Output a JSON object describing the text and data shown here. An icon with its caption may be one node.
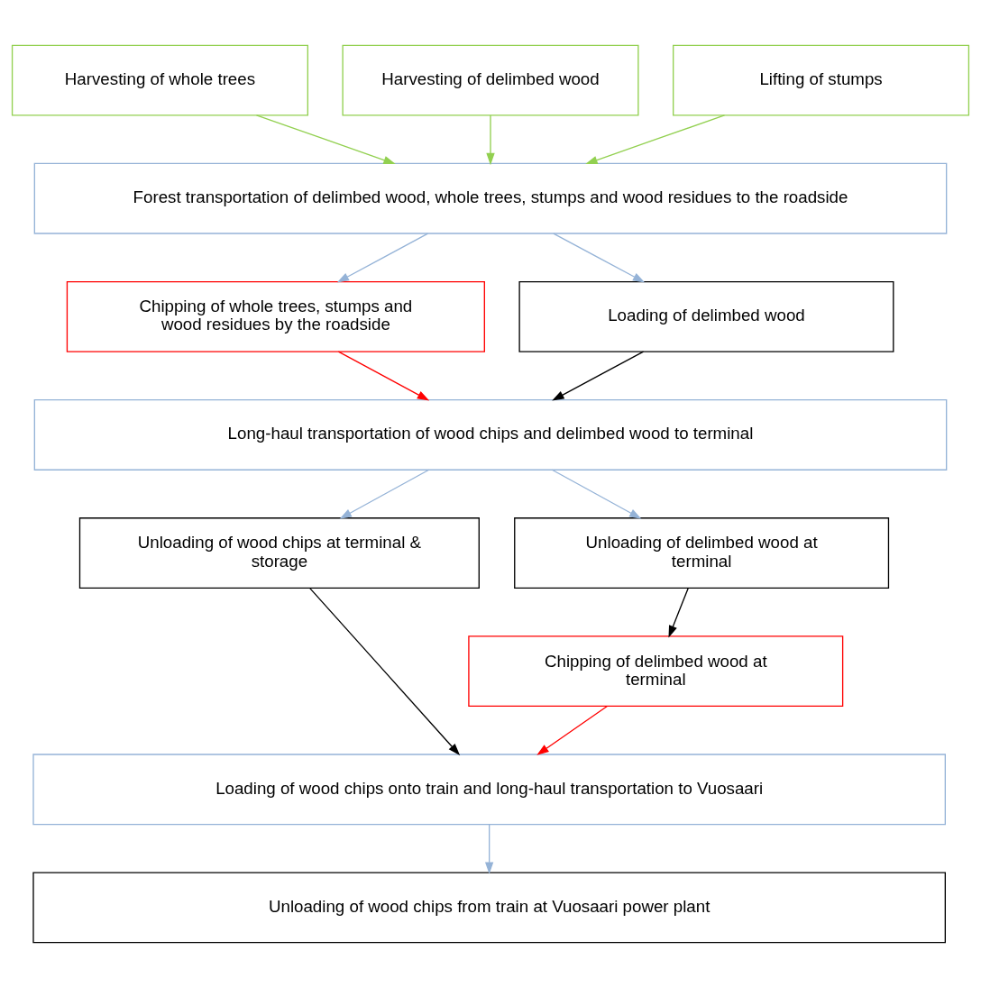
{
  "diagram": {
    "nodes": [
      {
        "text": [
          "Harvesting of whole trees"
        ]
      },
      {
        "text": [
          "Harvesting of delimbed wood"
        ]
      },
      {
        "text": [
          "Lifting of stumps"
        ]
      },
      {
        "text": [
          "Forest transportation of delimbed wood, whole trees, stumps and wood residues to the roadside"
        ]
      },
      {
        "text": [
          "Chipping of whole trees, stumps and wood residues by the roadside"
        ]
      },
      {
        "text": [
          "Loading of delimbed wood"
        ]
      },
      {
        "text": [
          "Long-haul transportation of wood chips and delimbed wood to terminal"
        ]
      },
      {
        "text": [
          "Unloading of wood chips at terminal & storage"
        ]
      },
      {
        "text": [
          "Unloading of delimbed wood at terminal"
        ]
      },
      {
        "text": [
          "Chipping of delimbed wood at terminal"
        ]
      },
      {
        "text": [
          "Loading of wood chips onto train and long-haul transportation to Vuosaari"
        ]
      },
      {
        "text": [
          "Unloading of wood chips from train at Vuosaari power plant"
        ]
      }
    ],
    "edges": [
      {
        "from": 0,
        "to": 3,
        "arrow": "to",
        "color": "#92d050"
      },
      {
        "from": 1,
        "to": 3,
        "arrow": "to",
        "color": "#92d050"
      },
      {
        "from": 2,
        "to": 3,
        "arrow": "to",
        "color": "#92d050"
      },
      {
        "from": 3,
        "to": 4,
        "arrow": "to"
      },
      {
        "from": 3,
        "to": 5,
        "arrow": "to"
      },
      {
        "from": 4,
        "to": 6,
        "arrow": "to",
        "color": "#ff0000"
      },
      {
        "from": 5,
        "to": 6,
        "arrow": "to",
        "color": "#000000"
      },
      {
        "from": 6,
        "to": 7,
        "arrow": "to"
      },
      {
        "from": 6,
        "to": 8,
        "arrow": "to"
      },
      {
        "from": 7,
        "to": 10,
        "arrow": "to",
        "color": "#000000"
      },
      {
        "from": 8,
        "to": 9,
        "arrow": "to",
        "color": "#000000"
      },
      {
        "from": 9,
        "to": 10,
        "arrow": "to",
        "color": "#ff0000"
      },
      {
        "from": 10,
        "to": 11,
        "arrow": "to"
      }
    ]
  }
}
